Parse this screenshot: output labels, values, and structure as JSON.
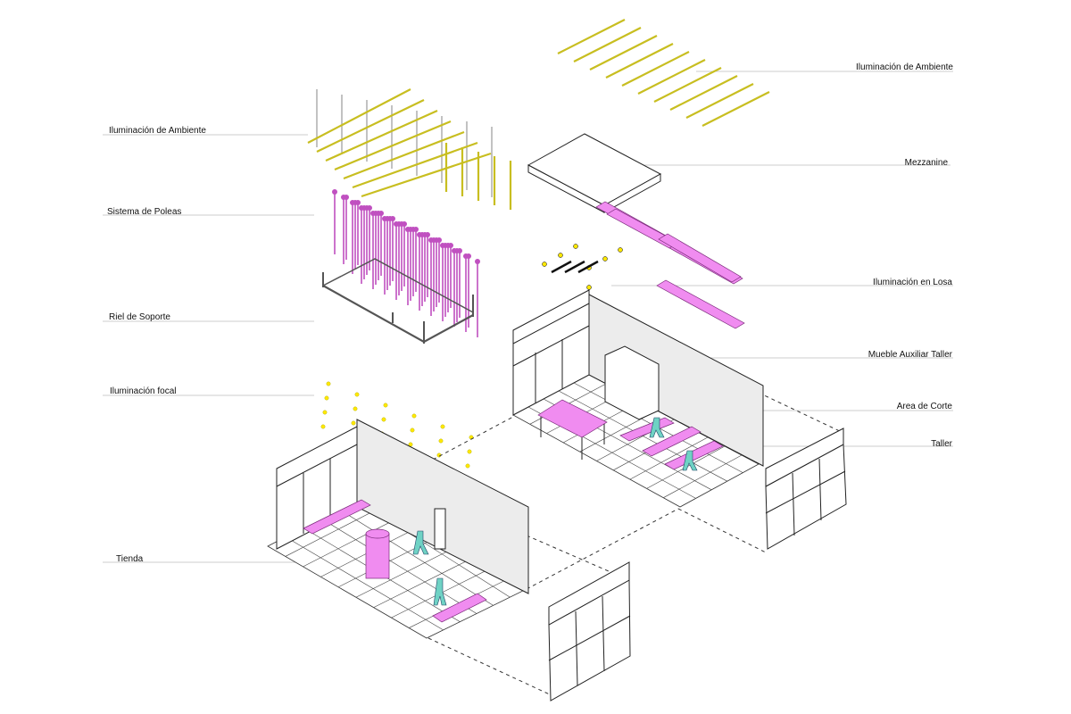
{
  "labels": {
    "left": {
      "ambient": "Iluminación de Ambiente",
      "pulleys": "Sistema de Poleas",
      "rail": "Riel de Soporte",
      "focal": "Iluminación focal",
      "store": "Tienda"
    },
    "right": {
      "ambient": "Iluminación de Ambiente",
      "mezzanine": "Mezzanine",
      "slab_lighting": "Iluminación en Losa",
      "aux_furniture": "Mueble Auxiliar Taller",
      "cutting_area": "Area de Corte",
      "workshop": "Taller"
    }
  },
  "colors": {
    "pink": "#f08cf0",
    "yellow": "#c8be20",
    "wall": "#ececec",
    "figure": "#6fd2c4"
  }
}
